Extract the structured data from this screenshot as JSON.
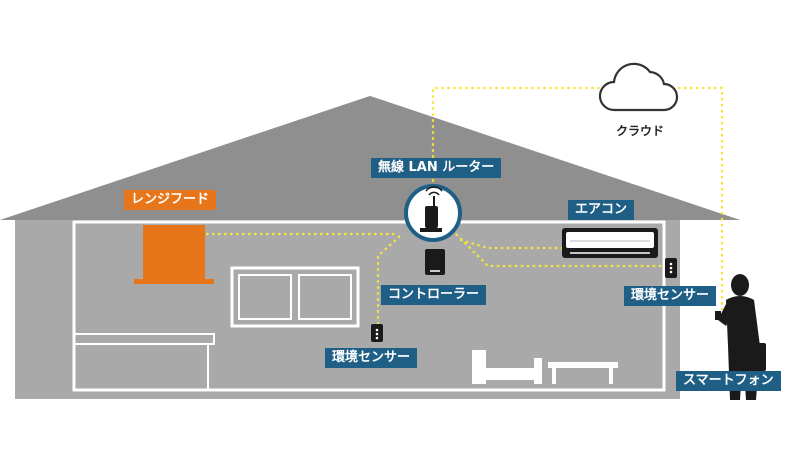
{
  "labels": {
    "cloud": "クラウド",
    "router": "無線 LAN ルーター",
    "range_hood": "レンジフード",
    "air_conditioner": "エアコン",
    "controller": "コントローラー",
    "env_sensor_right": "環境センサー",
    "env_sensor_left": "環境センサー",
    "smartphone": "スマートフォン"
  },
  "colors": {
    "house": "#a9a9a9",
    "house_lines": "#ffffff",
    "connection": "#f6e53a",
    "label_bg": "#1f5f86",
    "accent": "#e7761b",
    "device_dark": "#1a1a1a"
  },
  "icons": [
    "cloud-icon",
    "wifi-router-icon",
    "range-hood-icon",
    "air-conditioner-icon",
    "controller-icon",
    "sensor-icon",
    "person-smartphone-icon",
    "sofa-icon",
    "table-icon"
  ]
}
